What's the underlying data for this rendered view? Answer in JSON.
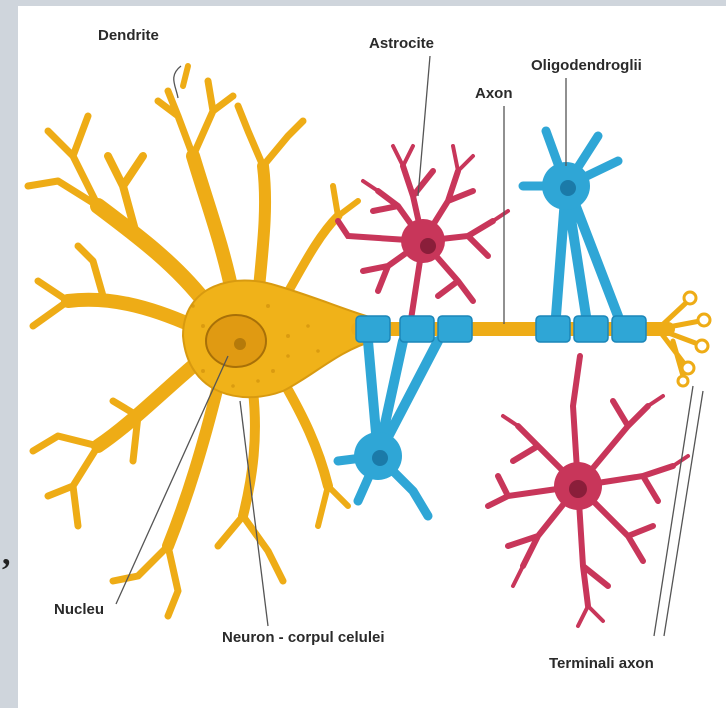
{
  "diagram": {
    "labels": {
      "dendrite": "Dendrite",
      "astrocite": "Astrocite",
      "oligodendroglii": "Oligodendroglii",
      "axon": "Axon",
      "nucleu": "Nucleu",
      "neuron_body": "Neuron - corpul celulei",
      "terminali_axon": "Terminali axon"
    },
    "colors": {
      "neuron": "#f0b219",
      "neuron_outline": "#c98a0a",
      "astrocyte": "#c8365a",
      "oligodendrocyte": "#2fa6d6",
      "background": "#cfd5dc"
    },
    "side_mark": ","
  }
}
